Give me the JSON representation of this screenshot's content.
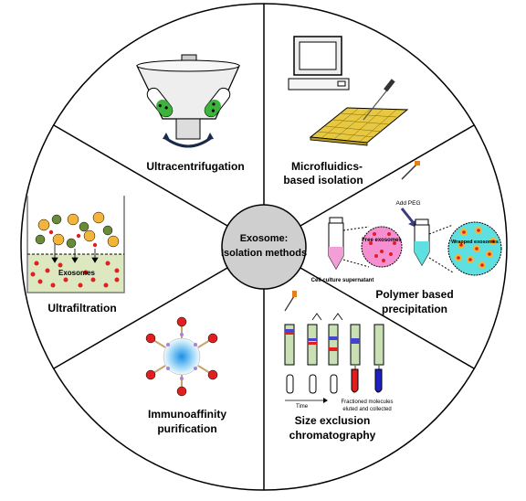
{
  "center": {
    "line1": "Exosome:",
    "line2": "Isolation methods"
  },
  "sectors": {
    "ultracentrifugation": {
      "label": "Ultracentrifugation"
    },
    "microfluidics": {
      "line1": "Microfluidics-",
      "line2": "based isolation"
    },
    "polymer": {
      "line1": "Polymer based",
      "line2": "precipitation",
      "add_peg": "Add PEG",
      "free_exosomes": "Free exosomes",
      "wrapped_exosomes": "Wrapped exosomes",
      "supernatant": "Cell culture supernatant"
    },
    "size_exclusion": {
      "line1": "Size exclusion",
      "line2": "chromatography",
      "time": "Time",
      "fractions_line1": "Fractioned molecules",
      "fractions_line2": "eluted and collected"
    },
    "immunoaffinity": {
      "line1": "Immunoaffinity",
      "line2": "purification"
    },
    "ultrafiltration": {
      "label": "Ultrafiltration",
      "exosomes": "Exosomes"
    }
  },
  "colors": {
    "exosome_red": "#e02020",
    "green_particle": "#6a8a3a",
    "yellow_particle": "#f2b43a",
    "cyan_tube": "#5fe0e0",
    "pink_fluid": "#f29fd8",
    "center_fill": "#cfcfcf"
  }
}
